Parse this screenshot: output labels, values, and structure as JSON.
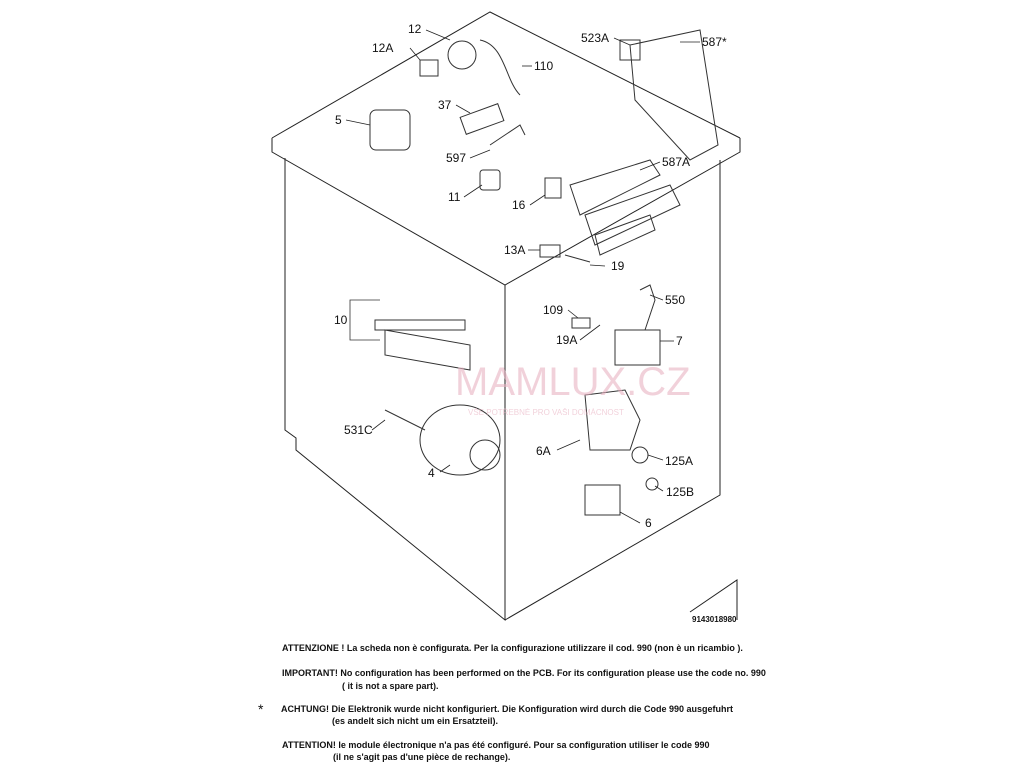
{
  "diagram": {
    "part_labels": [
      "12",
      "12A",
      "110",
      "523A",
      "587*",
      "5",
      "37",
      "597",
      "11",
      "16",
      "587A",
      "13A",
      "19",
      "10",
      "109",
      "550",
      "19A",
      "7",
      "531C",
      "4",
      "6A",
      "125A",
      "125B",
      "6"
    ],
    "drawing_number": "9143018980",
    "watermark": {
      "brand": "MAMLUX.CZ",
      "tagline": "VŠE POTŘEBNÉ PRO VAŠI DOMÁCNOST"
    }
  },
  "notes": {
    "asterisk": "*",
    "it": "ATTENZIONE ! La scheda non è configurata. Per la configurazione utilizzare il cod. 990 (non è un ricambio ).",
    "en1": "IMPORTANT! No configuration has been performed on the PCB. For its configuration please use the code no. 990",
    "en2": "( it is not a spare part).",
    "de1": "ACHTUNG! Die Elektronik wurde nicht konfiguriert. Die Konfiguration wird durch die Code 990 ausgefuhrt",
    "de2": "(es andelt sich nicht um ein Ersatzteil).",
    "fr1": "ATTENTION! le module électronique n'a pas été configuré. Pour  sa configuration utiliser le code 990",
    "fr2": "(il ne s'agit pas d'une pièce de rechange)."
  }
}
